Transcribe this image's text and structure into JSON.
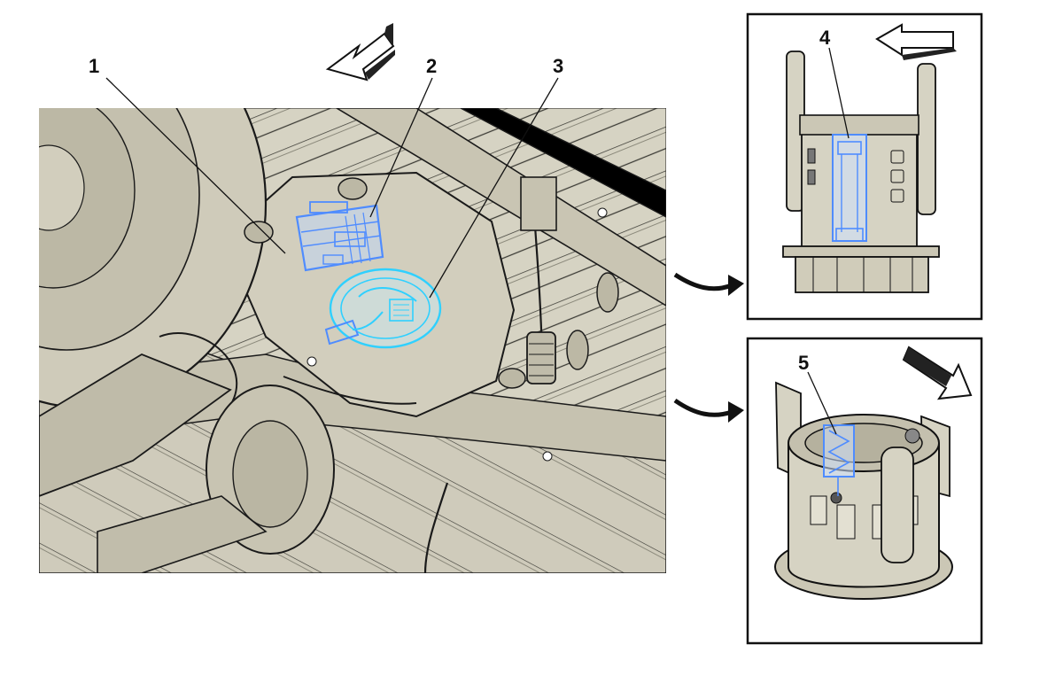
{
  "callouts": {
    "c1": "1",
    "c2": "2",
    "c3": "3",
    "c4": "4",
    "c5": "5"
  },
  "colors": {
    "background": "#ffffff",
    "panel_fill": "#d6d3c3",
    "panel_shade": "#bdb9a6",
    "line": "#1a1a1a",
    "highlight": "#4fa9ff",
    "highlight_cyan": "#2fd0ff"
  },
  "icons": {
    "direction_arrow": "hollow-arrow-icon",
    "flow_arrow": "curved-arrow-icon"
  }
}
